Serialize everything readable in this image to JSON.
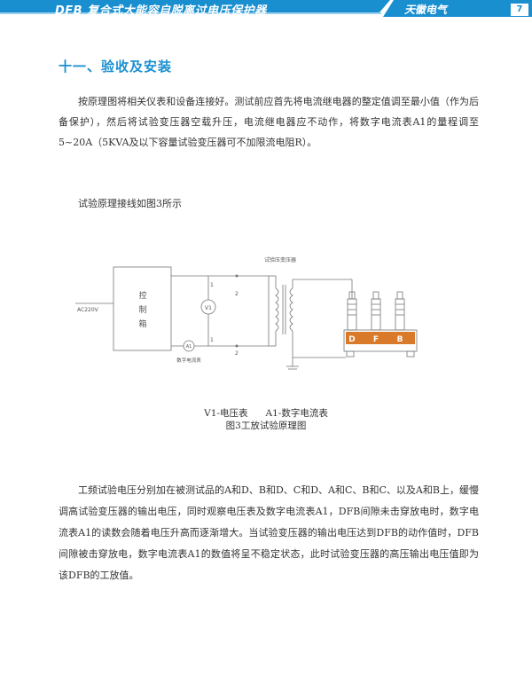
{
  "header": {
    "title": "DFB 复合式大能容自脱离过电压保护器",
    "brand": "天徽电气",
    "page_number": "7",
    "color": "#1a8fd0"
  },
  "section": {
    "title": "十一、验收及安装"
  },
  "paragraphs": {
    "intro": "按原理图将相关仪表和设备连接好。测试前应首先将电流继电器的整定值调至最小值（作为后备保护），然后将试验变压器空载升压，电流继电器应不动作，将数字电流表A1的量程调至5~20A（5KVA及以下容量试验变压器可不加限流电阻R）。",
    "diagram_intro": "试验原理接线如图3所示",
    "test_procedure": "工频试验电压分别加在被测试品的A和D、B和D、C和D、A和C、B和C、以及A和B上，缓慢调高试验变压器的输出电压，同时观察电压表及数字电流表A1，DFB间隙未击穿放电时，数字电流表A1的读数会随着电压升高而逐渐增大。当试验变压器的输出电压达到DFB的动作值时，DFB间隙被击穿放电，数字电流表A1的数值将呈不稳定状态，此时试验变压器的高压输出电压值即为该DFB的工放值。"
  },
  "diagram": {
    "transformer_label": "试验压变压器",
    "supply_label": "AC220V",
    "control_box_label": "控\n制\n箱",
    "control_box_chars": [
      "控",
      "制",
      "箱"
    ],
    "voltmeter_label": "V1",
    "ammeter_label": "A1",
    "ammeter_caption": "数字电流表",
    "terminal_1_top": "1",
    "terminal_2_top": "2",
    "terminal_1_bottom": "1",
    "terminal_2_bottom": "2",
    "device_labels": [
      "D",
      "F",
      "B"
    ],
    "device_color": "#d97a2b"
  },
  "captions": {
    "legend": "V1-电压表      A1-数字电流表",
    "figure": "图3工放试验原理图"
  }
}
